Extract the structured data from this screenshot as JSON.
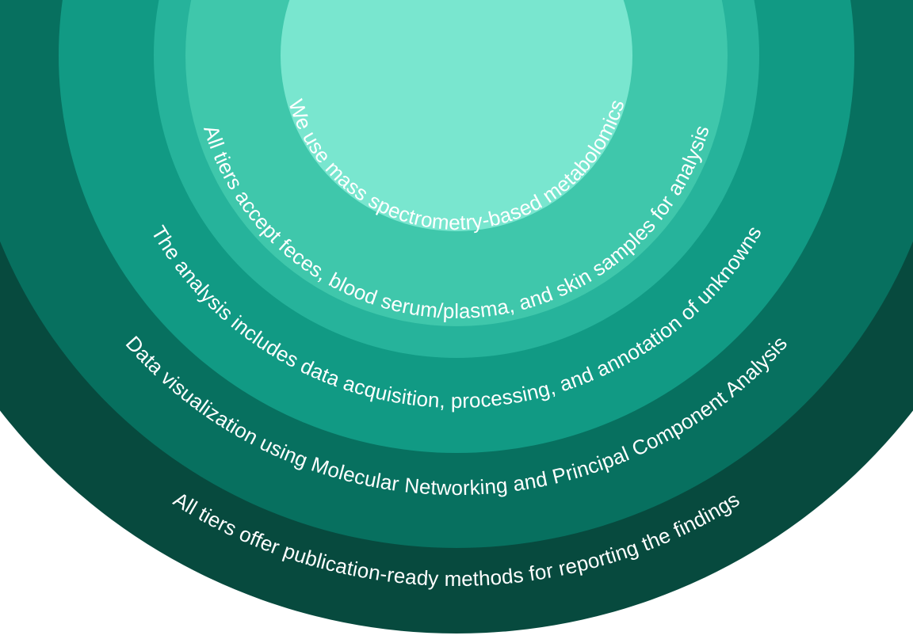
{
  "rings": [
    {
      "label": "All tiers offer publication-ready methods for reporting the findings",
      "color": "#074a3e"
    },
    {
      "label": "Data visualization using Molecular Networking and Principal Component Analysis",
      "color": "#07705f"
    },
    {
      "label": "The analysis includes data acquisition, processing, and annotation of unknowns",
      "color": "#119a84"
    },
    {
      "label": "All tiers accept feces, blood serum/plasma, and skin samples for analysis",
      "color": "#26b39b"
    },
    {
      "label": "We use mass spectrometry-based metabolomics",
      "color": "#3fc7ab"
    },
    {
      "label": "",
      "color": "#79e6cf"
    }
  ]
}
